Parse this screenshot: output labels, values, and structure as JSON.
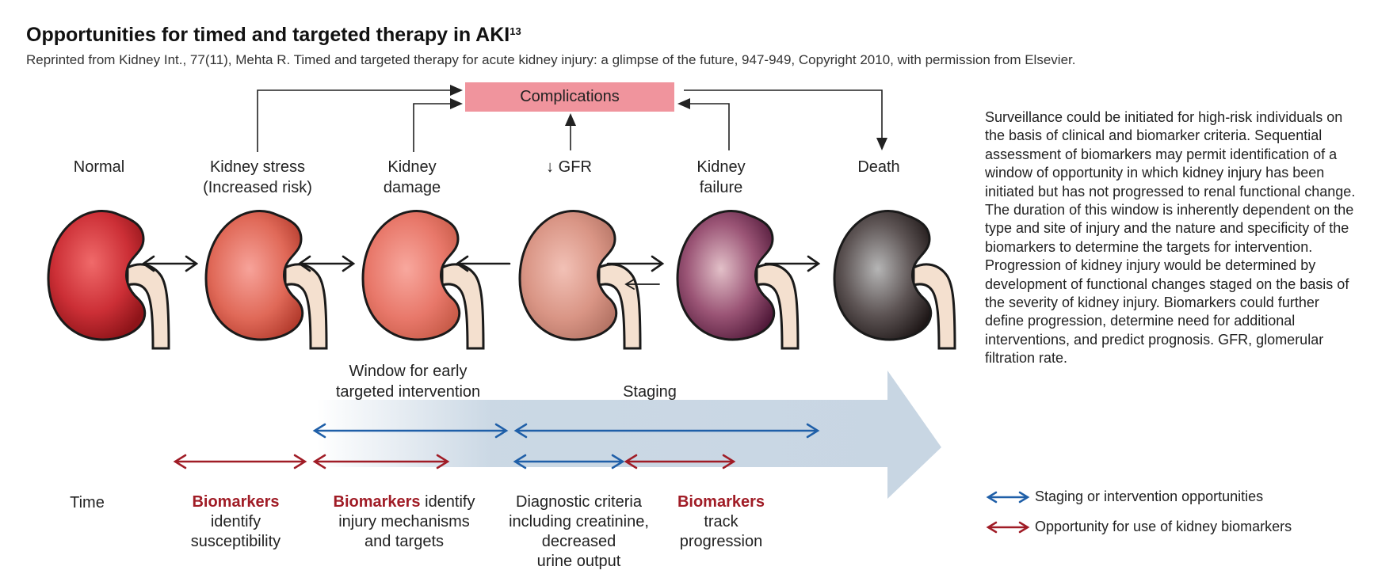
{
  "header": {
    "title": "Opportunities for timed and targeted therapy in AKI",
    "title_ref": "13",
    "source": "Reprinted from Kidney Int., 77(11), Mehta R. Timed and targeted therapy for acute kidney injury: a glimpse of the future, 947-949, Copyright 2010, with permission from Elsevier."
  },
  "diagram": {
    "complications": "Complications",
    "stages": [
      {
        "line1": "Normal",
        "line2": ""
      },
      {
        "line1": "Kidney stress",
        "line2": "(Increased risk)"
      },
      {
        "line1": "Kidney",
        "line2": "damage"
      },
      {
        "line1": "↓ GFR",
        "line2": ""
      },
      {
        "line1": "Kidney",
        "line2": "failure"
      },
      {
        "line1": "Death",
        "line2": ""
      }
    ],
    "window_label": {
      "line1": "Window for early",
      "line2": "targeted intervention"
    },
    "staging_label": "Staging",
    "time_label": "Time",
    "bottom": [
      {
        "bold": "Biomarkers",
        "rest_line1": "",
        "line2": "identify",
        "line3": "susceptibility",
        "line4": ""
      },
      {
        "bold": "Biomarkers",
        "rest_line1": " identify",
        "line2": "injury mechanisms",
        "line3": "and targets",
        "line4": ""
      },
      {
        "bold": "",
        "rest_line1": "Diagnostic criteria",
        "line2": "including creatinine,",
        "line3": "decreased",
        "line4": "urine output"
      },
      {
        "bold": "Biomarkers",
        "rest_line1": "",
        "line2": "track",
        "line3": "progression",
        "line4": ""
      }
    ]
  },
  "caption": "Surveillance could be initiated for high-risk individuals on the basis of clinical and biomarker criteria. Sequential assessment of biomarkers may permit identification of a window of opportunity in which kidney injury has been initiated but has not progressed to renal functional change. The duration of this window is inherently dependent on the type and site of injury and the nature and specificity of the biomarkers to determine the targets for intervention. Progression of kidney injury would be determined by development of functional changes staged on the basis of the severity of kidney injury. Biomarkers could further define progression, determine need for additional interventions, and predict prognosis. GFR, glomerular filtration rate.",
  "legend": {
    "blue": "Staging or intervention opportunities",
    "red": "Opportunity for use of kidney biomarkers"
  },
  "colors": {
    "blue_arrow": "#1f5fa8",
    "red_arrow": "#a01c26",
    "complications_box": "#f0949d",
    "staging_band": "#c8d6e3"
  }
}
